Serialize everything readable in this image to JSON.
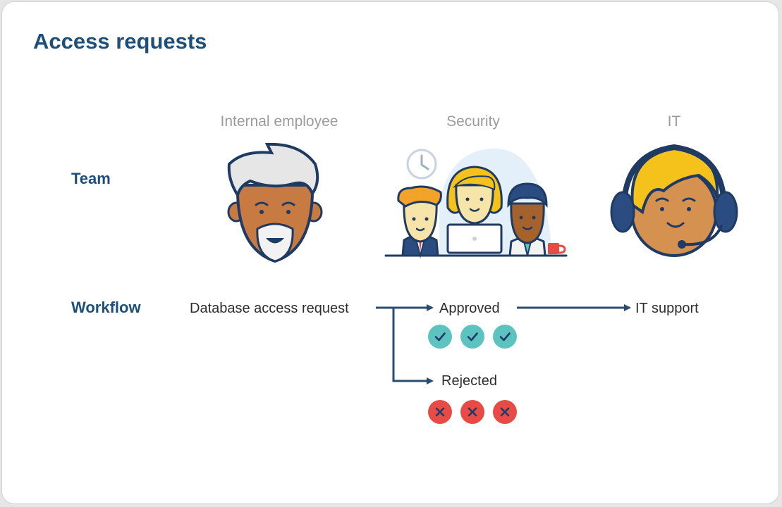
{
  "page": {
    "title": "Access requests"
  },
  "columns": [
    {
      "label": "Internal employee"
    },
    {
      "label": "Security"
    },
    {
      "label": "IT"
    }
  ],
  "rows": {
    "team": "Team",
    "workflow": "Workflow"
  },
  "workflow": {
    "request": "Database access request",
    "approved": "Approved",
    "rejected": "Rejected",
    "destination": "IT support",
    "approved_count": 3,
    "rejected_count": 3
  },
  "colors": {
    "navy": "#1f4e79",
    "approve": "#5cc3c0",
    "reject": "#e84a45",
    "arrow": "#2a4c72",
    "skin": "#c77b42",
    "hair_yellow": "#f5c21b"
  },
  "icons": {
    "approve": "check-icon",
    "reject": "x-icon",
    "clock": "clock-icon",
    "laptop": "laptop-icon",
    "mug": "mug-icon"
  }
}
